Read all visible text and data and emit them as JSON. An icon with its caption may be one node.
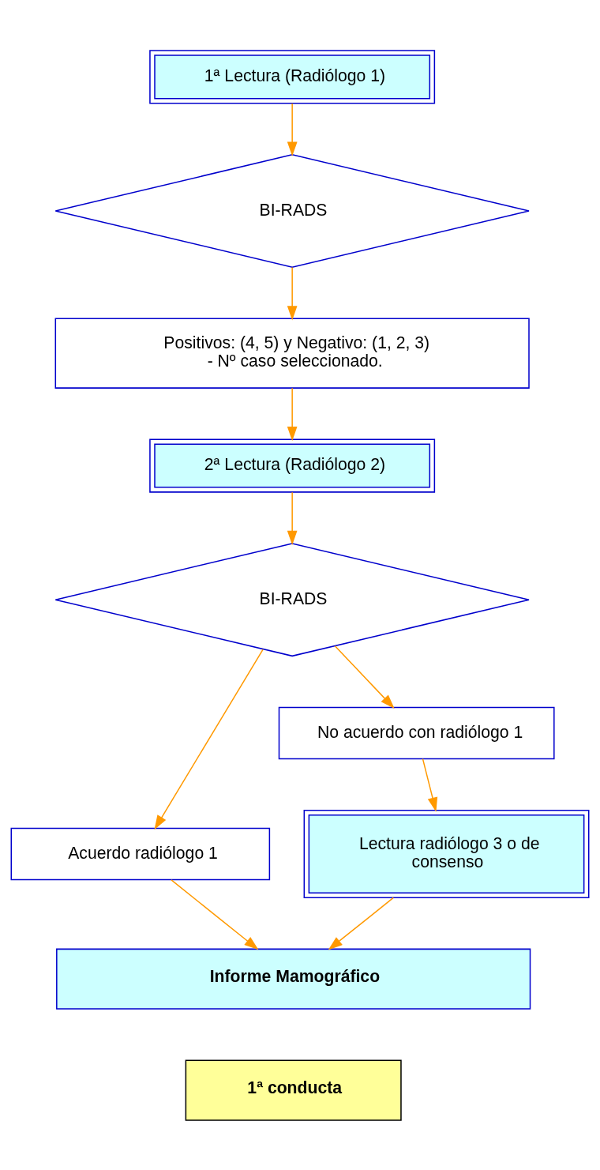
{
  "diagram": {
    "nodes": [
      {
        "text": [
          "1ª Lectura (Radiólogo 1)"
        ]
      },
      {
        "text": [
          "BI-RADS"
        ]
      },
      {
        "text": [
          "Positivos: (4, 5) y Negativo: (1, 2, 3) - Nº caso seleccionado."
        ]
      },
      {
        "text": [
          "2ª Lectura (Radiólogo 2)"
        ]
      },
      {
        "text": [
          "BI-RADS"
        ]
      },
      {
        "text": [
          "Acuerdo radiólogo 1"
        ]
      },
      {
        "text": [
          "No acuerdo con radiólogo 1"
        ]
      },
      {
        "text": [
          "Lectura radiólogo 3 o de consenso"
        ]
      },
      {
        "text": [
          "Informe Mamográfico"
        ]
      },
      {
        "text": [
          "1ª conducta"
        ]
      }
    ],
    "edges": [
      {
        "from": 0,
        "to": 1,
        "arrow": "to"
      },
      {
        "from": 1,
        "to": 2,
        "arrow": "to"
      },
      {
        "from": 2,
        "to": 3,
        "arrow": "to"
      },
      {
        "from": 3,
        "to": 4,
        "arrow": "to"
      },
      {
        "from": 4,
        "to": 5,
        "arrow": "to"
      },
      {
        "from": 4,
        "to": 6,
        "arrow": "to"
      },
      {
        "from": 5,
        "to": 8,
        "arrow": "to"
      },
      {
        "from": 6,
        "to": 7,
        "arrow": "to"
      },
      {
        "from": 7,
        "to": 8,
        "arrow": "to"
      }
    ]
  }
}
